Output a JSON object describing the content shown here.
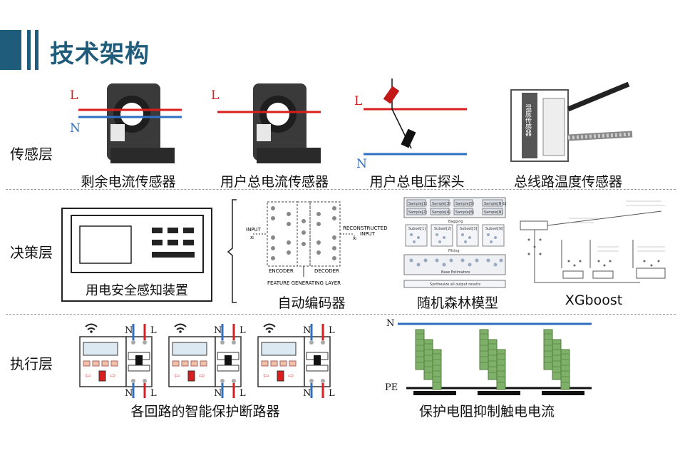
{
  "header": {
    "title": "技术架构"
  },
  "rows": {
    "sensor": {
      "label": "传感层"
    },
    "decision": {
      "label": "决策层"
    },
    "execution": {
      "label": "执行层"
    }
  },
  "sensor_items": [
    {
      "caption": "剩余电流传感器"
    },
    {
      "caption": "用户总电流传感器"
    },
    {
      "caption": "用户总电压探头"
    },
    {
      "caption": "总线路温度传感器"
    }
  ],
  "decision_items": [
    {
      "caption": "用电安全感知装置"
    },
    {
      "caption": "自动编码器"
    },
    {
      "caption": "随机森林模型"
    },
    {
      "caption": "XGboost"
    }
  ],
  "execution_items": [
    {
      "caption": "各回路的智能保护断路器"
    },
    {
      "caption": "保护电阻抑制触电电流"
    }
  ],
  "wire_labels": {
    "L": "L",
    "N": "N",
    "PE": "PE"
  },
  "sensor_tag": "温度传感器",
  "autoencoder": {
    "input": "INPUT",
    "x_in": "xᵢ",
    "reconstructed": "RECONSTRUCTED",
    "reconstructed2": "INPUT",
    "x_out": "x̂ᵢ",
    "encoder": "ENCODER",
    "decoder": "DECODER",
    "feature": "FEATURE GENERATING LAYER"
  },
  "random_forest": {
    "samples_top": [
      "Sample[1]",
      "Sample[3]",
      "Sample[5]",
      "Sample[N-1]"
    ],
    "samples_bottom": [
      "Sample[2]",
      "Sample[4]",
      "Sample[6]",
      "Sample[N]"
    ],
    "bagging": "Bagging",
    "subsets": [
      "Subset[1]",
      "Subset[2]",
      "Subset[3]",
      "Subset[N]"
    ],
    "fitting": "Fitting",
    "base": "Base Estimators",
    "synth": "Synthesize all output results"
  },
  "colors": {
    "header": "#1f5b7a",
    "live_wire": "#d81e1e",
    "neutral_wire": "#2f6fc0",
    "resistor": "#7fb069",
    "dash": "#9a9a9a"
  }
}
